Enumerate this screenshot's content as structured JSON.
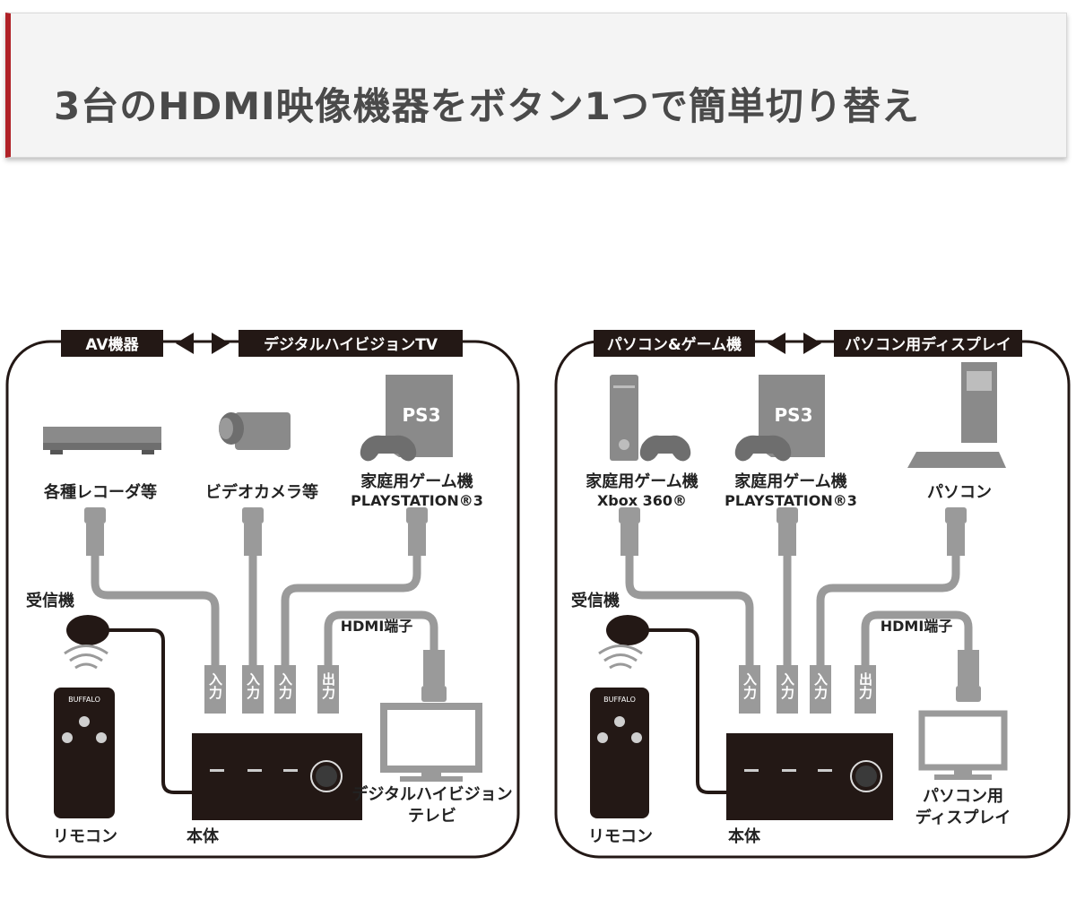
{
  "header": {
    "title": "3台のHDMI映像機器をボタン1つで簡単切り替え"
  },
  "panel_av": {
    "tag_left": "AV機器",
    "tag_right": "デジタルハイビジョンTV",
    "device_recorder": "各種レコーダ等",
    "device_camera": "ビデオカメラ等",
    "device_game_line1": "家庭用ゲーム機",
    "device_game_line2": "PLAYSTATION®3",
    "ps3_label": "PS3",
    "receiver": "受信機",
    "hdmi_port": "HDMI端子",
    "remote": "リモコン",
    "main_unit": "本体",
    "tv_line1": "デジタルハイビジョン",
    "tv_line2": "テレビ",
    "remote_brand": "BUFFALO",
    "port_in": "入力",
    "port_out": "出力"
  },
  "panel_pc": {
    "tag_left": "パソコン&ゲーム機",
    "tag_right": "パソコン用ディスプレイ",
    "device_xbox_line1": "家庭用ゲーム機",
    "device_xbox_line2": "Xbox 360®",
    "device_game_line1": "家庭用ゲーム機",
    "device_game_line2": "PLAYSTATION®3",
    "ps3_label": "PS3",
    "device_pc": "パソコン",
    "receiver": "受信機",
    "hdmi_port": "HDMI端子",
    "remote": "リモコン",
    "main_unit": "本体",
    "display_line1": "パソコン用",
    "display_line2": "ディスプレイ",
    "remote_brand": "BUFFALO",
    "port_in": "入力",
    "port_out": "出力"
  },
  "colors": {
    "accent": "#b02127",
    "dark": "#231815",
    "cable": "#9a9a9a"
  }
}
